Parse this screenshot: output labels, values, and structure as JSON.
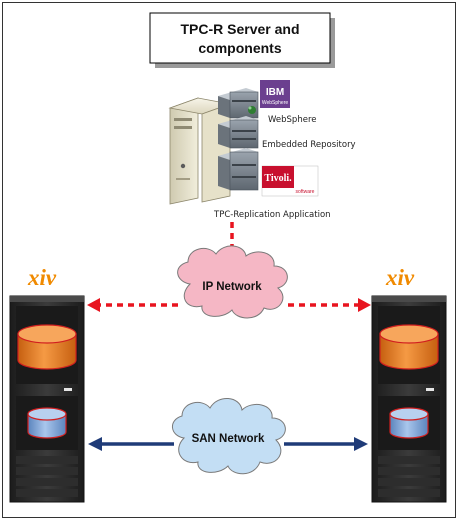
{
  "title": {
    "line1": "TPC-R Server and",
    "line2": "components"
  },
  "server": {
    "components": [
      {
        "label": "WebSphere"
      },
      {
        "label": "Embedded Repository"
      }
    ],
    "application_label": "TPC-Replication Application",
    "logos": {
      "websphere_logo_text": "IBM",
      "websphere_logo_sub": "WebSphere",
      "tivoli_logo_text": "Tivoli.",
      "tivoli_logo_sub": "software"
    }
  },
  "storage": {
    "left_brand": "xiv",
    "right_brand": "xiv",
    "rack_badge": "IBM"
  },
  "networks": {
    "ip_label": "IP Network",
    "san_label": "SAN Network"
  },
  "colors": {
    "ip_cloud_fill": "#f5b7c5",
    "san_cloud_fill": "#c3def4",
    "ip_link": "#e8141f",
    "san_link": "#1f3b78",
    "xiv_brand": "#f08a00",
    "rack": "#2a2a2a",
    "disk_orange": "#e87a1e",
    "disk_blue": "#7fa4d6",
    "disk_ring": "#d11f1f"
  },
  "icons": [
    "server-icon",
    "websphere-logo",
    "tivoli-logo",
    "ip-cloud-icon",
    "san-cloud-icon",
    "storage-rack-icon",
    "disk-icon"
  ]
}
